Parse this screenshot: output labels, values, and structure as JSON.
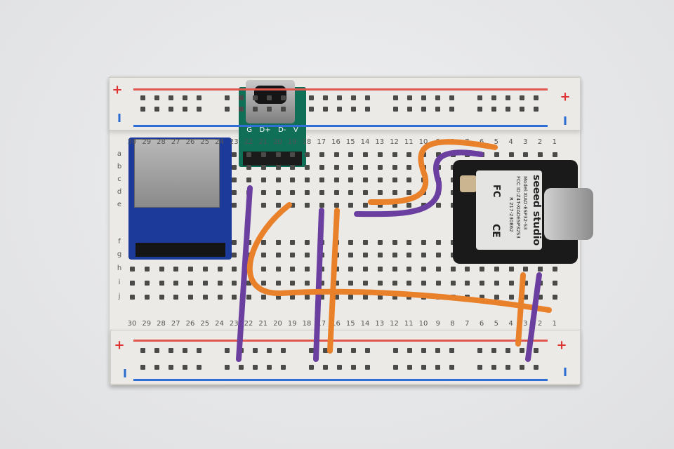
{
  "breadboard": {
    "columns": [
      "30",
      "29",
      "28",
      "27",
      "26",
      "25",
      "24",
      "23",
      "22",
      "21",
      "20",
      "19",
      "18",
      "17",
      "16",
      "15",
      "14",
      "13",
      "12",
      "11",
      "10",
      "9",
      "8",
      "7",
      "6",
      "5",
      "4",
      "3",
      "2",
      "1"
    ],
    "rows_top": [
      "a",
      "b",
      "c",
      "d",
      "e"
    ],
    "rows_bottom": [
      "f",
      "g",
      "h",
      "i",
      "j"
    ],
    "rail_plus": "+",
    "rail_colors": {
      "plus": "#e0574f",
      "minus": "#2f6fd3"
    }
  },
  "usb_breakout": {
    "pins": [
      "V",
      "D-",
      "D+",
      "G"
    ],
    "color": "#0f6f57"
  },
  "sd_module": {
    "color": "#1c3a9a"
  },
  "xiao": {
    "brand": "seeed studio",
    "model": "Model:XIAO-ESP32-S3",
    "fcc": "FCC ID:Z4T-XIAOESP32S3",
    "cert": "R 217-230862",
    "fc_mark": "FC",
    "ce_mark": "CE"
  },
  "wire_colors": {
    "orange": "#e9802a",
    "purple": "#6a3fa0"
  }
}
